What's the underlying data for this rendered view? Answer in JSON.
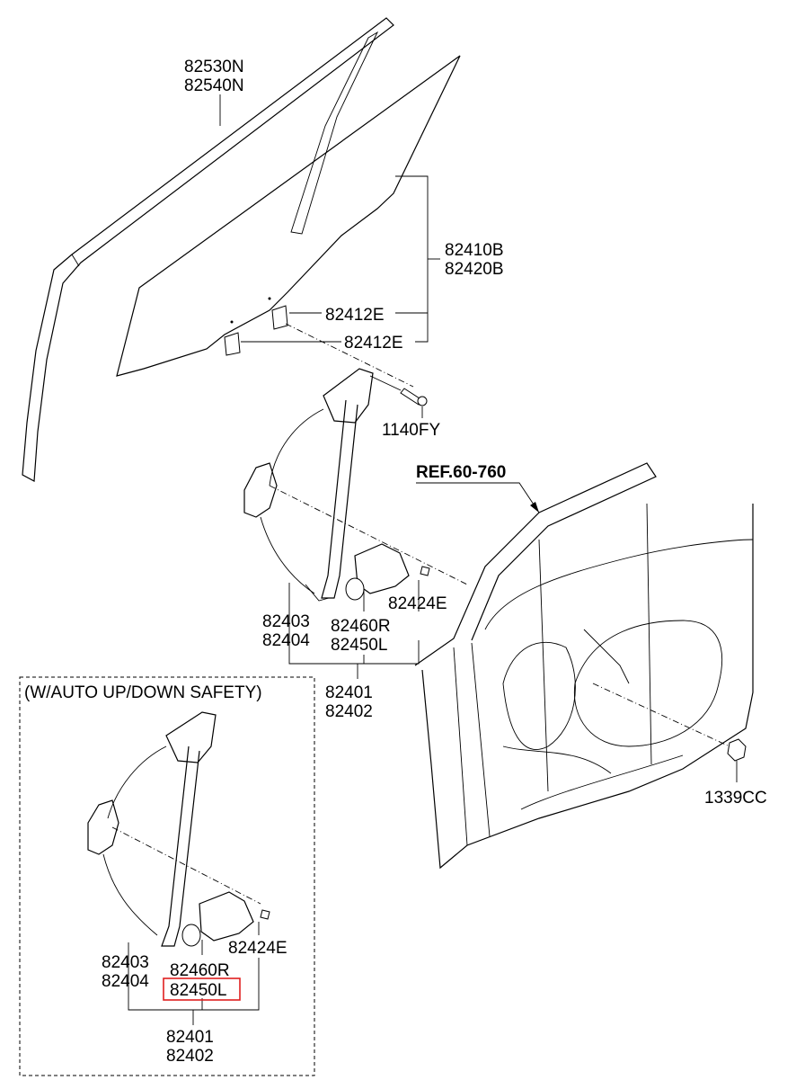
{
  "labels": {
    "moulding": [
      "82530N",
      "82540N"
    ],
    "glass": [
      "82410B",
      "82420B"
    ],
    "clip_upper": "82412E",
    "clip_lower": "82412E",
    "bolt": "1140FY",
    "ref": "REF.60-760",
    "screw_main": "82424E",
    "regulator_main": [
      "82403",
      "82404"
    ],
    "motor_main": [
      "82460R",
      "82450L"
    ],
    "assy_main": [
      "82401",
      "82402"
    ],
    "nut": "1339CC",
    "option_title": "(W/AUTO UP/DOWN  SAFETY)",
    "screw_opt": "82424E",
    "regulator_opt": [
      "82403",
      "82404"
    ],
    "motor_opt": [
      "82460R",
      "82450L"
    ],
    "assy_opt": [
      "82401",
      "82402"
    ]
  },
  "colors": {
    "highlight": "#e02020",
    "line": "#000000"
  },
  "highlighted_part": "82450L"
}
